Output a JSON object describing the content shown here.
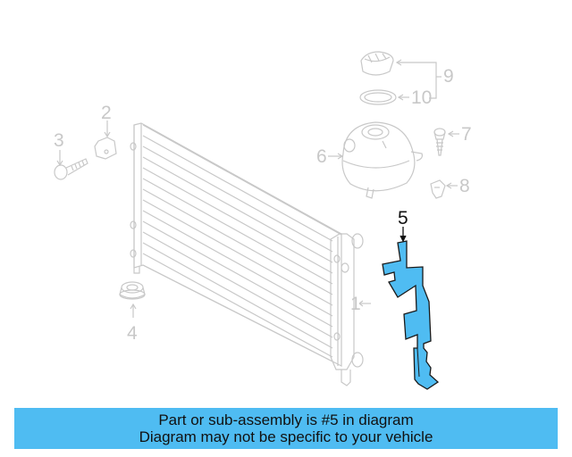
{
  "diagram": {
    "colors": {
      "line": "#c8c8c8",
      "highlight_fill": "#4fbcf2",
      "highlight_stroke": "#1a1a1a"
    },
    "callouts": [
      {
        "id": "1",
        "label": "1",
        "part": "radiator"
      },
      {
        "id": "2",
        "label": "2",
        "part": "bracket"
      },
      {
        "id": "3",
        "label": "3",
        "part": "screw"
      },
      {
        "id": "4",
        "label": "4",
        "part": "rubber-mount"
      },
      {
        "id": "5",
        "label": "5",
        "part": "air-guide-highlighted"
      },
      {
        "id": "6",
        "label": "6",
        "part": "coolant-reservoir"
      },
      {
        "id": "7",
        "label": "7",
        "part": "bolt"
      },
      {
        "id": "8",
        "label": "8",
        "part": "clip-nut"
      },
      {
        "id": "9",
        "label": "9",
        "part": "reservoir-cap"
      },
      {
        "id": "10",
        "label": "10",
        "part": "seal-ring"
      }
    ],
    "highlighted_part": "5"
  },
  "banner": {
    "line1": "Part or sub-assembly is #5 in diagram",
    "line2": "Diagram may not be specific to your vehicle",
    "background": "#4fbcf2"
  }
}
